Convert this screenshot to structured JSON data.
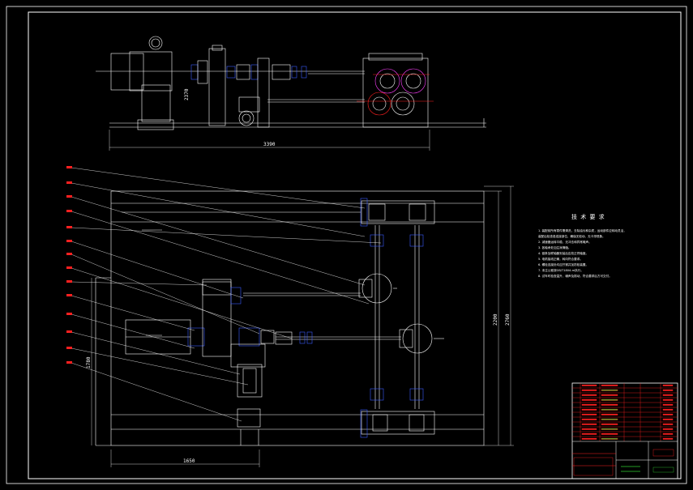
{
  "colors": {
    "background": "#000000",
    "line": "#ffffff",
    "accent_red": "#ff2020",
    "accent_blue": "#3a5bff",
    "accent_magenta": "#ff40ff",
    "accent_green": "#30d030"
  },
  "dimensions": {
    "top_view_length": "3390",
    "top_view_height": "2370",
    "plan_width": "1650",
    "plan_height_outer": "2760",
    "plan_height_inner": "2200",
    "left_height": "1780"
  },
  "technical_notes": {
    "title": "技 术 要 求",
    "items": [
      "1. 装配前所有零件需清洗，去除油污和杂质，运动部件应转动灵活，",
      "   装配后检查各连接部位，确保无松动、无卡滞现象。",
      "2. 减速器运转平稳，无冲击和异常噪声。",
      "3. 各轴承处加注润滑脂。",
      "4. 链条及联轴器安装后应校正同轴度。",
      "5. 电机接线正确，转向符合要求。",
      "6. 螺栓连接处均应拧紧并加防松装置。",
      "7. 未注公差按GB/T1804-m执行。",
      "8. 试车时检查温升、噪声及振动，符合要求后方可交付。"
    ]
  },
  "title_block": {
    "rows": 12
  }
}
